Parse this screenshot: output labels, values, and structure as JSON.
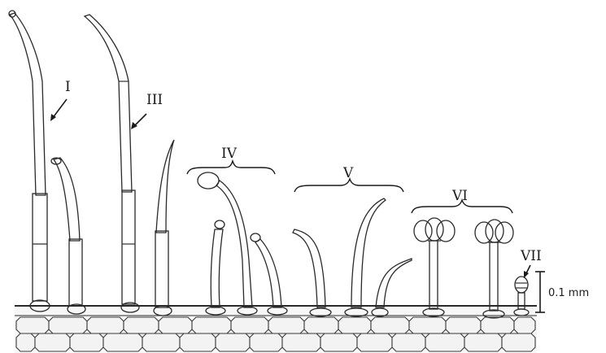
{
  "figure": {
    "labels": {
      "t1": "I",
      "t3": "III",
      "t4": "IV",
      "t5": "V",
      "t6": "VI",
      "t7": "VII"
    },
    "scale_bar": "0.1 mm"
  },
  "colors": {
    "hair_fill": "#c8c8c8",
    "hair_fill_dark": "#8f8f8f",
    "head_fill": "#dcdcdc",
    "epidermis": "#f3f3f3",
    "ink": "#2a2a2a"
  }
}
